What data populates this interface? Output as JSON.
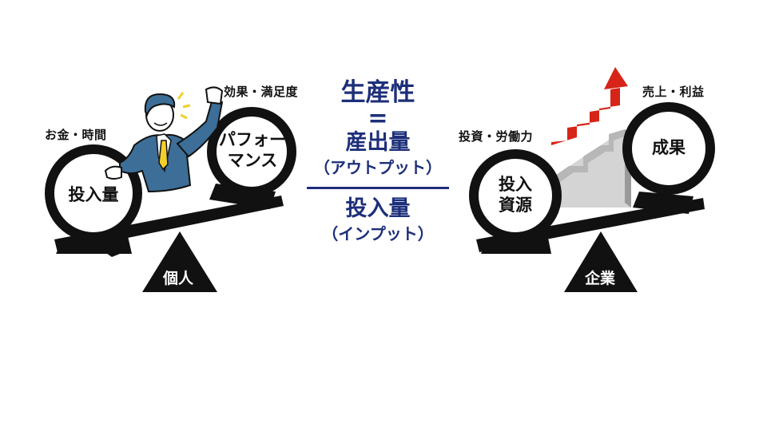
{
  "center": {
    "title": "生産性",
    "equals": "=",
    "numerator": "産出量",
    "numerator_sub": "（アウトプット）",
    "denominator": "投入量",
    "denominator_sub": "（インプット）"
  },
  "left_scale": {
    "pivot_label": "個人",
    "left_caption": "お金・時間",
    "left_disc": "投入量",
    "right_caption": "効果・満足度",
    "right_disc_line1": "パフォー",
    "right_disc_line2": "マンス"
  },
  "right_scale": {
    "pivot_label": "企業",
    "left_caption": "投資・労働力",
    "left_disc_line1": "投入",
    "left_disc_line2": "資源",
    "right_caption": "売上・利益",
    "right_disc": "成果"
  },
  "colors": {
    "navy": "#1d2f7a",
    "black": "#111111",
    "arrow_red": "#d62418",
    "suit_blue": "#3c6e97",
    "tie_yellow": "#f2cf2a"
  }
}
